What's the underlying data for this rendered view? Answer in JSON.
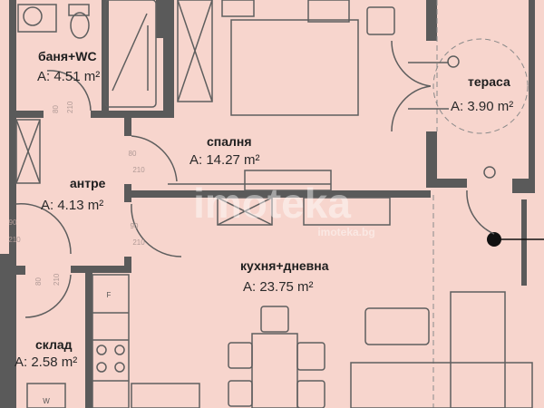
{
  "rooms": [
    {
      "name": "баня+WC",
      "area": "A: 4.51 m²"
    },
    {
      "name": "спалня",
      "area": "A: 14.27 m²"
    },
    {
      "name": "тераса",
      "area": "A: 3.90 m²"
    },
    {
      "name": "антре",
      "area": "A: 4.13 m²"
    },
    {
      "name": "кухня+дневна",
      "area": "A: 23.75 m²"
    },
    {
      "name": "склад",
      "area": "A: 2.58 m²"
    }
  ],
  "doors": [
    {
      "w": "80",
      "h": "210"
    },
    {
      "w": "80",
      "h": "210"
    },
    {
      "w": "90",
      "h": "210"
    },
    {
      "w": "90",
      "h": "210"
    },
    {
      "w": "80",
      "h": "210"
    }
  ],
  "fixtures": {
    "fridge": "F",
    "washer": "W"
  },
  "watermark": {
    "logo": "imoteka",
    "site": "imoteka.bg"
  },
  "colors": {
    "floor": "#f7d5cd",
    "wall": "#5a5a5a"
  }
}
